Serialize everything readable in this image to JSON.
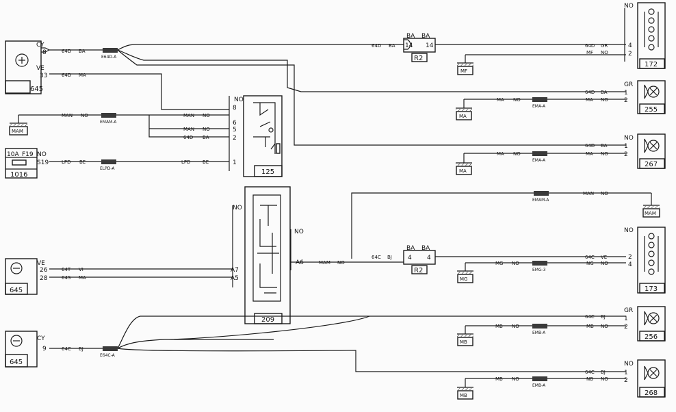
{
  "components": {
    "c645_top": {
      "id": "645",
      "pin_cy": "CY",
      "pin_cy_num": "8",
      "pin_ve": "VE",
      "pin_ve_num": "33"
    },
    "c645_mid": {
      "id": "645",
      "pin": "VE",
      "pin26": "26",
      "pin28": "28"
    },
    "c645_bot": {
      "id": "645",
      "pin": "CY",
      "pin_num": "9"
    },
    "fuse": {
      "rating": "10A",
      "fuse_id": "F19",
      "pin_no": "NO",
      "pin_s19": "S19",
      "id": "1016"
    },
    "c125": {
      "id": "125",
      "no": "NO",
      "p8": "8",
      "p6": "6",
      "p5": "5",
      "p2": "2",
      "p1": "1"
    },
    "c209": {
      "id": "209",
      "no_left": "NO",
      "no_right": "NO",
      "a7": "A7",
      "a5": "A5",
      "a6": "A6"
    },
    "r2_top": {
      "id": "R2",
      "ba1": "BA",
      "ba2": "BA",
      "p14a": "14",
      "p14b": "14"
    },
    "r2_mid": {
      "id": "R2",
      "ba1": "BA",
      "ba2": "BA",
      "p4a": "4",
      "p4b": "4"
    },
    "c172": {
      "id": "172",
      "no": "NO",
      "p4": "4",
      "p2": "2"
    },
    "c255": {
      "id": "255",
      "gr": "GR",
      "p1": "1",
      "p2": "2"
    },
    "c267": {
      "id": "267",
      "no": "NO",
      "p1": "1",
      "p2": "2"
    },
    "c173": {
      "id": "173",
      "no": "NO",
      "p2": "2",
      "p4": "4"
    },
    "c256": {
      "id": "256",
      "gr": "GR",
      "p1": "1",
      "p2": "2"
    },
    "c268": {
      "id": "268",
      "no": "NO",
      "p1": "1",
      "p2": "2"
    }
  },
  "grounds": {
    "mam_left": "MAM",
    "mam_right": "MAM",
    "mf": "MF",
    "ma1": "MA",
    "ma2": "MA",
    "mg": "MG",
    "mb1": "MB",
    "mb2": "MB"
  },
  "connectors": {
    "e64d_a": "E64D-A",
    "emam_a_left": "EMAM-A",
    "elpd_a": "ELPD-A",
    "ema_a_1": "EMA-A",
    "ema_a_2": "EMA-A",
    "emam_a_right": "EMAM-A",
    "emg_3": "EMG-3",
    "emb_a_1": "EMB-A",
    "emb_a_2": "EMB-A",
    "e64c_a": "E64C-A"
  },
  "wire_labels": {
    "w64d_1": "64D",
    "ba_1": "BA",
    "w64d_2": "64D",
    "ma_1": "MA",
    "man_1": "MAN",
    "no_1": "NO",
    "lpd_1": "LPD",
    "be_1": "BE",
    "man_2": "MAN",
    "no_2": "NO",
    "man_3": "MAN",
    "no_3": "NO",
    "w64d_3": "64D",
    "ba_2": "BA",
    "lpd_2": "LPD",
    "be_2": "BE",
    "w64d_4": "64D",
    "ba_3": "BA",
    "w64d_5": "64D",
    "gr_1": "GR",
    "mf_1": "MF",
    "no_4": "NO",
    "w64d_6": "64D",
    "ba_4": "BA",
    "ma_2": "MA",
    "no_5": "NO",
    "ma_3": "MA",
    "no_6": "NO",
    "ma_4": "MA",
    "no_7": "NO",
    "w64d_7": "64D",
    "ba_5": "BA",
    "ma_5": "MA",
    "no_8": "NO",
    "man_4": "MAN",
    "no_9": "NO",
    "w64t": "64T",
    "vi": "VI",
    "w64s": "64S",
    "ma_6": "MA",
    "mam_1": "MAM",
    "no_10": "NO",
    "w64c_1": "64C",
    "bj_1": "BJ",
    "mg_1": "MG",
    "no_11": "NO",
    "w64c_2": "64C",
    "ve_1": "VE",
    "ng": "NG",
    "no_12": "NO",
    "mb_1": "MB",
    "no_13": "NO",
    "w64c_3": "64C",
    "bj_2": "BJ",
    "mb_2": "MB",
    "no_14": "NO",
    "mb_3": "MB",
    "no_15": "NO",
    "w64c_4": "64C",
    "bj_3": "BJ",
    "nb": "NB",
    "no_16": "NO",
    "w64c_5": "64C",
    "bj_4": "BJ"
  }
}
